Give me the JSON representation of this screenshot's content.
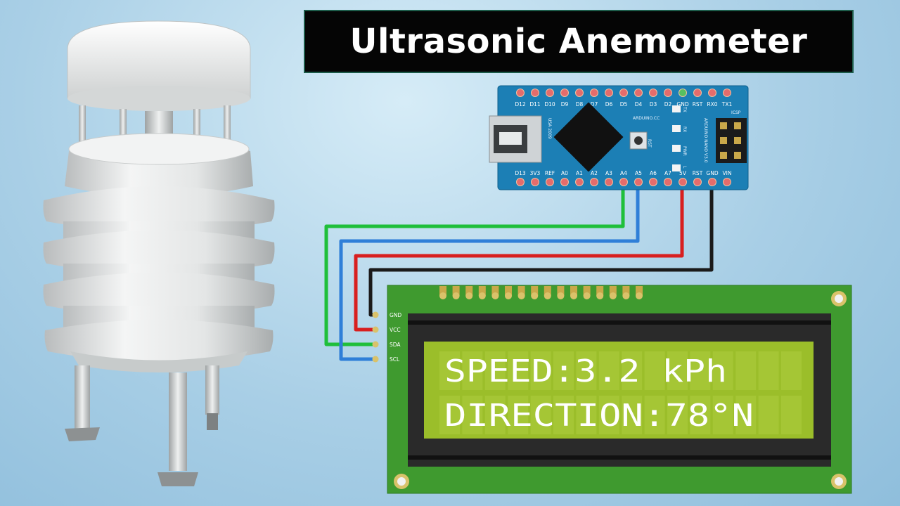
{
  "title": "Ultrasonic Anemometer",
  "lcd": {
    "line1": "SPEED:3.2 kPh",
    "line2": "DIRECTION:78°N",
    "pin_labels": [
      "GND",
      "VCC",
      "SDA",
      "SCL"
    ]
  },
  "arduino": {
    "board_name": "ARDUINO NANO V3.0",
    "brand": "ARDUINO.CC",
    "year_label": "USA 2009",
    "icsp": "ICSP",
    "rst_button": "RST",
    "leds": [
      "TX",
      "RX",
      "PWR",
      "L"
    ],
    "top_pins": [
      "D12",
      "D11",
      "D10",
      "D9",
      "D8",
      "D7",
      "D6",
      "D5",
      "D4",
      "D3",
      "D2",
      "GND",
      "RST",
      "RX0",
      "TX1"
    ],
    "bottom_pins": [
      "D13",
      "3V3",
      "REF",
      "A0",
      "A1",
      "A2",
      "A3",
      "A4",
      "A5",
      "A6",
      "A7",
      "5V",
      "RST",
      "GND",
      "VIN"
    ]
  },
  "wires": [
    {
      "from": "A4",
      "to": "SDA",
      "color": "#1fbf3a"
    },
    {
      "from": "A5",
      "to": "SCL",
      "color": "#2f7fd8"
    },
    {
      "from": "5V",
      "to": "VCC",
      "color": "#d81f1f"
    },
    {
      "from": "GND",
      "to": "GND",
      "color": "#1a1a1a"
    }
  ],
  "colors": {
    "pcb_lcd": "#3f9a2f",
    "pcb_arduino": "#1c7fb5",
    "lcd_screen": "#9bbe2a",
    "sensor_body": "#e9eaea"
  }
}
